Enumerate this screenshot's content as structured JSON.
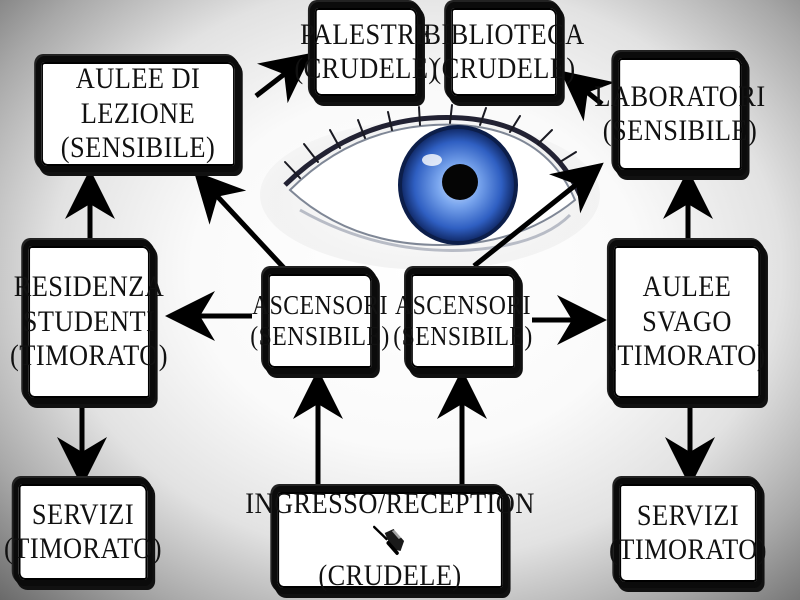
{
  "nodes": {
    "palestre": {
      "line1": "PALESTRE",
      "line2": "(CRUDELE)"
    },
    "biblioteca": {
      "line1": "BIBLIOTECA",
      "line2": "(CRUDELE)"
    },
    "aulee_lezione": {
      "line1": "AULEE DI LEZIONE",
      "line2": "(SENSIBILE)"
    },
    "laboratori": {
      "line1": "LABORATORI",
      "line2": "(SENSIBILE)"
    },
    "residenza": {
      "line1": "RESIDENZA",
      "line2": "STUDENTI",
      "line3": "(TIMORATO)"
    },
    "ascensori_left": {
      "line1": "ASCENSORI",
      "line2": "(SENSIBILE)"
    },
    "ascensori_right": {
      "line1": "ASCENSORI",
      "line2": "(SENSIBILE)"
    },
    "aulee_svago": {
      "line1": "AULEE",
      "line2": "SVAGO",
      "line3": "(TIMORATO)"
    },
    "servizi_left": {
      "line1": "SERVIZI",
      "line2": "(TIMORATO)"
    },
    "servizi_right": {
      "line1": "SERVIZI",
      "line2": "(TIMORATO)"
    },
    "ingresso": {
      "line1": "INGRESSO/RECEPTION",
      "line2": "(CRUDELE)"
    }
  },
  "edges": [
    {
      "from": "ingresso",
      "to": "ascensori_left"
    },
    {
      "from": "ingresso",
      "to": "ascensori_right"
    },
    {
      "from": "ascensori_left",
      "to": "residenza"
    },
    {
      "from": "ascensori_left",
      "to": "aulee_lezione"
    },
    {
      "from": "ascensori_right",
      "to": "aulee_svago"
    },
    {
      "from": "ascensori_right",
      "to": "laboratori"
    },
    {
      "from": "residenza",
      "to": "aulee_lezione"
    },
    {
      "from": "residenza",
      "to": "servizi_left"
    },
    {
      "from": "aulee_svago",
      "to": "laboratori"
    },
    {
      "from": "aulee_svago",
      "to": "servizi_right"
    },
    {
      "from": "aulee_lezione",
      "to": "palestre"
    },
    {
      "from": "laboratori",
      "to": "biblioteca"
    }
  ],
  "icons": {
    "eye": "eye-photo",
    "pin": "pushpin-icon"
  },
  "colors": {
    "iris": "#6f9be6",
    "iris_dark": "#1b3f8f",
    "border": "#0b0b0b"
  }
}
